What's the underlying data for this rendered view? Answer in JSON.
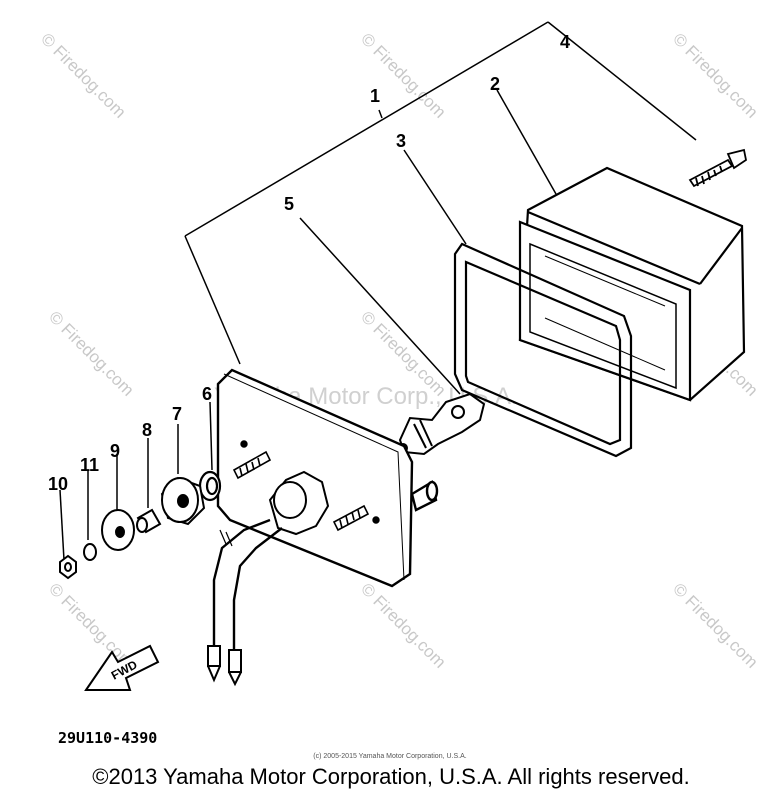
{
  "callouts": [
    "1",
    "2",
    "3",
    "4",
    "5",
    "6",
    "7",
    "8",
    "9",
    "10",
    "11"
  ],
  "watermark_text": "© Firedog.com",
  "center_watermark": "Yamaha Motor Corp., U.S.A.",
  "fwd_label": "FWD",
  "part_number": "29U110-4390",
  "small_copyright": "(c) 2005-2015 Yamaha Motor Corporation, U.S.A.",
  "big_copyright": "©2013 Yamaha Motor Corporation, U.S.A. All rights reserved."
}
